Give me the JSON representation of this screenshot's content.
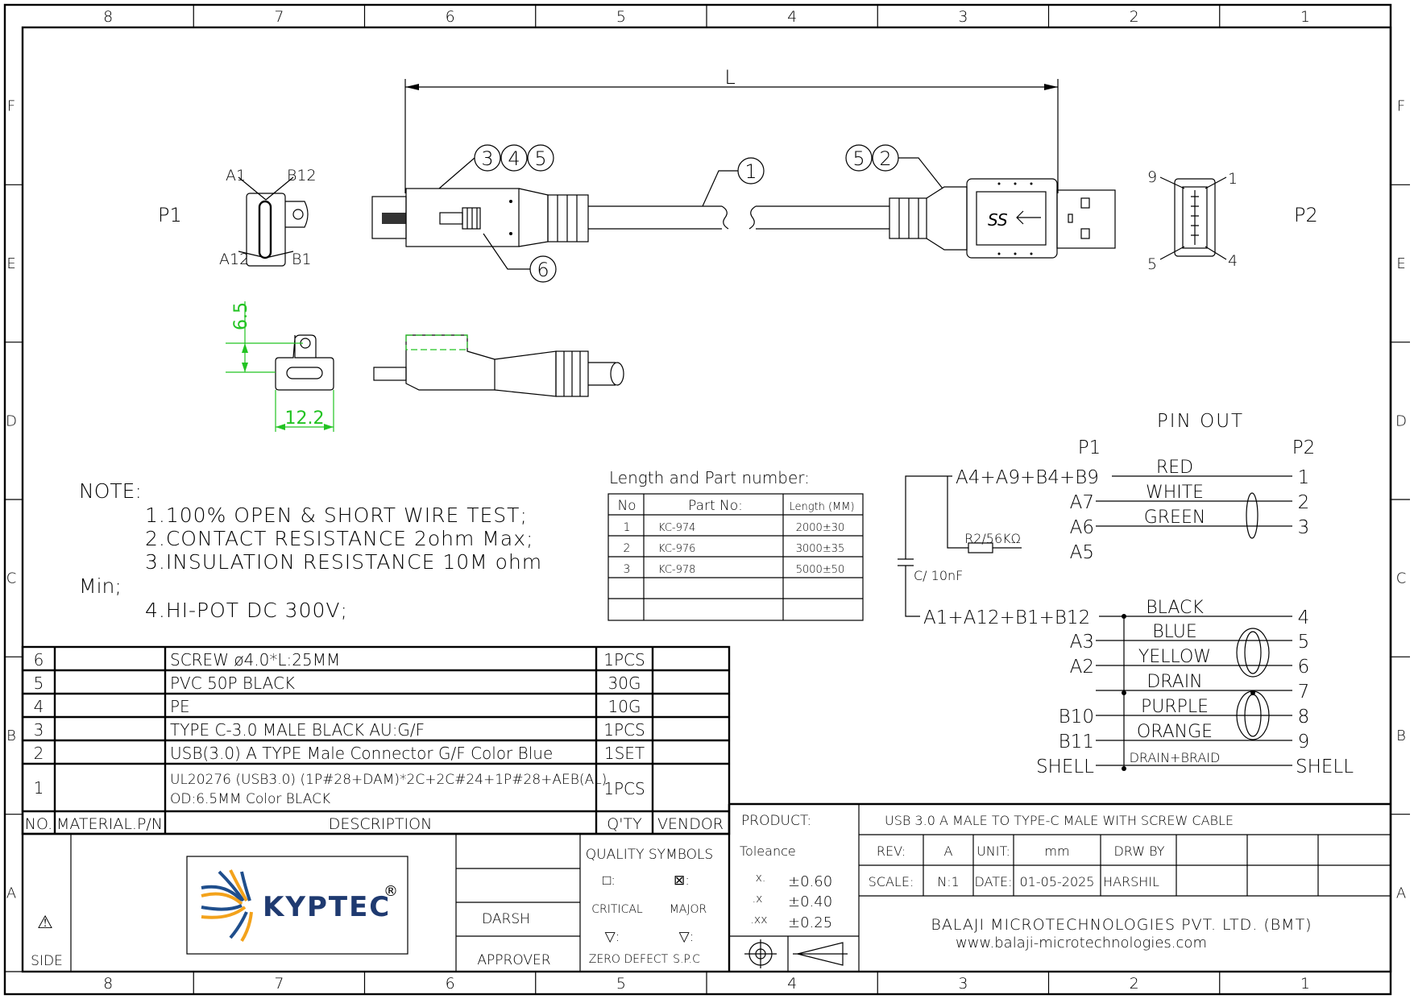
{
  "frame": {
    "columns": [
      "8",
      "7",
      "6",
      "5",
      "4",
      "3",
      "2",
      "1"
    ],
    "rows": [
      "F",
      "E",
      "D",
      "C",
      "B",
      "A"
    ]
  },
  "drawing": {
    "dim_L": "L",
    "p1_label": "P1",
    "p2_label": "P2",
    "p1_pins": {
      "a1": "A1",
      "b12": "B12",
      "a12": "A12",
      "b1": "B1"
    },
    "p2_pins": {
      "p9": "9",
      "p1": "1",
      "p5": "5",
      "p4": "4"
    },
    "balloons": {
      "b3": "3",
      "b4": "4",
      "b5a": "5",
      "b1": "1",
      "b5b": "5",
      "b2": "2",
      "b6": "6"
    },
    "dim_height": "6.5",
    "dim_width": "12.2",
    "ss_logo": "SS"
  },
  "note": {
    "heading": "NOTE:",
    "lines": [
      "1.100% OPEN & SHORT WIRE TEST;",
      "2.CONTACT RESISTANCE 2ohm Max;",
      "3.INSULATION RESISTANCE 10M ohm",
      "Min;",
      "4.HI-POT DC 300V;"
    ]
  },
  "part_table": {
    "title": "Length and Part number:",
    "headers": [
      "No",
      "Part No:",
      "Length (MM)"
    ],
    "rows": [
      [
        "1",
        "KC-974",
        "2000±30"
      ],
      [
        "2",
        "KC-976",
        "3000±35"
      ],
      [
        "3",
        "KC-978",
        "5000±50"
      ]
    ]
  },
  "pinout": {
    "title": "PIN OUT",
    "p1": "P1",
    "p2": "P2",
    "resistor": "R2/56KΩ",
    "capacitor": "C/ 10nF",
    "rows": [
      {
        "left": "A4+A9+B4+B9",
        "color": "RED",
        "right": "1"
      },
      {
        "left": "A7",
        "color": "WHITE",
        "right": "2"
      },
      {
        "left": "A6",
        "color": "GREEN",
        "right": "3"
      },
      {
        "left": "A5",
        "color": "",
        "right": ""
      },
      {
        "left": "A1+A12+B1+B12",
        "color": "BLACK",
        "right": "4"
      },
      {
        "left": "A3",
        "color": "BLUE",
        "right": "5"
      },
      {
        "left": "A2",
        "color": "YELLOW",
        "right": "6"
      },
      {
        "left": "",
        "color": "DRAIN",
        "right": "7"
      },
      {
        "left": "B10",
        "color": "PURPLE",
        "right": "8"
      },
      {
        "left": "B11",
        "color": "ORANGE",
        "right": "9"
      },
      {
        "left": "SHELL",
        "color": "DRAIN+BRAID",
        "right": "SHELL"
      }
    ]
  },
  "bom": {
    "headers": {
      "no": "NO.",
      "material": "MATERIAL.P/N",
      "description": "DESCRIPTION",
      "qty": "Q'TY",
      "vendor": "VENDOR"
    },
    "rows": [
      {
        "no": "6",
        "desc": "SCREW ø4.0*L:25MM",
        "desc2": "",
        "qty": "1PCS"
      },
      {
        "no": "5",
        "desc": "PVC 50P BLACK",
        "desc2": "",
        "qty": "30G"
      },
      {
        "no": "4",
        "desc": "PE",
        "desc2": "",
        "qty": "10G"
      },
      {
        "no": "3",
        "desc": "TYPE C-3.0 MALE BLACK AU:G/F",
        "desc2": "",
        "qty": "1PCS"
      },
      {
        "no": "2",
        "desc": "USB(3.0) A TYPE Male Connector G/F Color Blue",
        "desc2": "",
        "qty": "1SET"
      },
      {
        "no": "1",
        "desc": "UL20276 (USB3.0) (1P#28+DAM)*2C+2C#24+1P#28+AEB(AL)",
        "desc2": "OD:6.5MM Color BLACK",
        "qty": "1PCS"
      }
    ]
  },
  "title_block": {
    "side_symbol": "⚠",
    "side": "SIDE",
    "logo_text": "KYPTEC",
    "logo_reg": "®",
    "darsh": "DARSH",
    "approver": "APPROVER",
    "quality_title": "QUALITY SYMBOLS",
    "q_critical_sym": "□:",
    "q_major_sym": "⊠:",
    "critical": "CRITICAL",
    "major": "MAJOR",
    "q_zero_sym": "▽:",
    "q_spc_sym": "▽:",
    "zero_defect": "ZERO DEFECT",
    "spc": "S.P.C",
    "tolerance_title": "Toleance",
    "tolerances": [
      {
        "k": "x.",
        "v": "±0.60"
      },
      {
        "k": ".x",
        "v": "±0.40"
      },
      {
        "k": ".xx",
        "v": "±0.25"
      }
    ],
    "product_label": "PRODUCT:",
    "product": "USB 3.0 A MALE TO TYPE-C MALE WITH SCREW CABLE",
    "rev_label": "REV:",
    "rev": "A",
    "unit_label": "UNIT:",
    "unit": "mm",
    "drw_label": "DRW BY",
    "scale_label": "SCALE:",
    "scale": "N:1",
    "date_label": "DATE:",
    "date": "01-05-2025",
    "drawer": "HARSHIL",
    "company": "BALAJI MICROTECHNOLOGIES PVT. LTD. (BMT)",
    "website": "www.balaji-microtechnologies.com"
  }
}
